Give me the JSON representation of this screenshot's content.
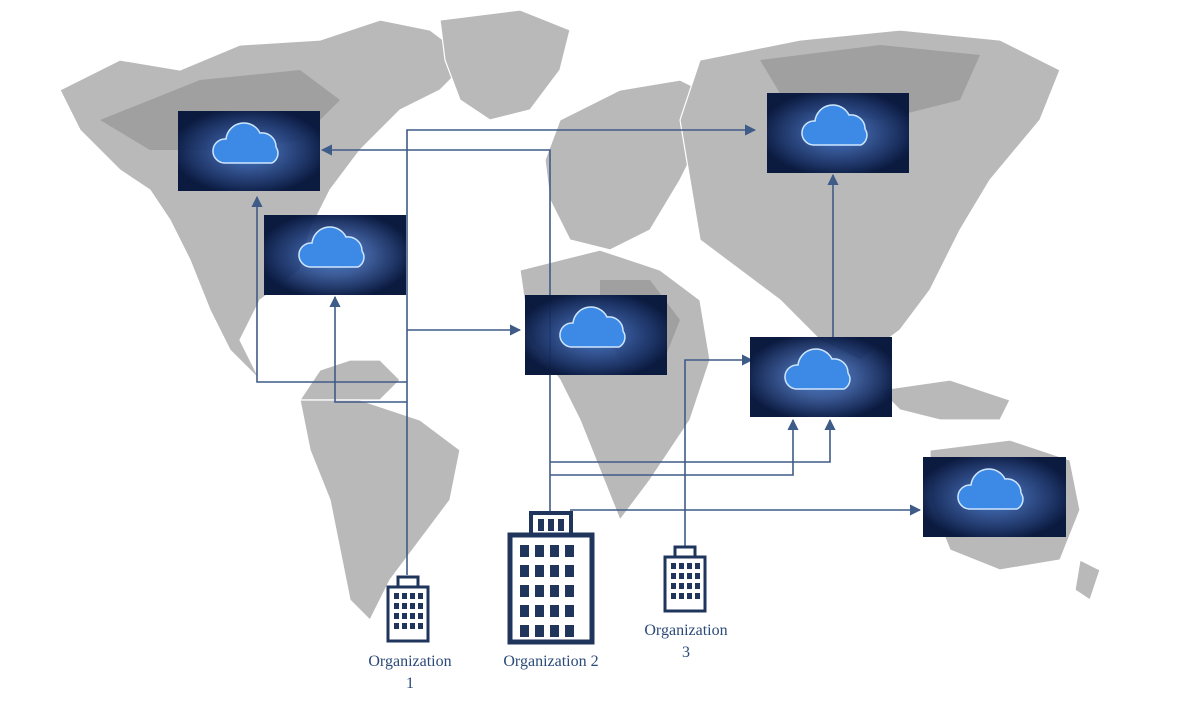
{
  "diagram": {
    "background": "world-map",
    "colors": {
      "map_land": "#b8b8b8",
      "map_land_dark": "#8f8f8f",
      "cloud_box_bg": "#0d1f4a",
      "cloud_glow": "#3f7fd6",
      "connector": "#3f5b87",
      "building": "#1f355c"
    },
    "cloud_nodes": [
      {
        "id": "north-america-west",
        "icon": "cloud-icon"
      },
      {
        "id": "north-america-central",
        "icon": "cloud-icon"
      },
      {
        "id": "africa-north",
        "icon": "cloud-icon"
      },
      {
        "id": "russia",
        "icon": "cloud-icon"
      },
      {
        "id": "asia-south",
        "icon": "cloud-icon"
      },
      {
        "id": "australia",
        "icon": "cloud-icon"
      }
    ],
    "organizations": [
      {
        "id": "org1",
        "label": "Organization\n1",
        "icon": "building-icon"
      },
      {
        "id": "org2",
        "label": "Organization 2",
        "icon": "building-icon"
      },
      {
        "id": "org3",
        "label": "Organization\n3",
        "icon": "building-icon"
      }
    ]
  }
}
